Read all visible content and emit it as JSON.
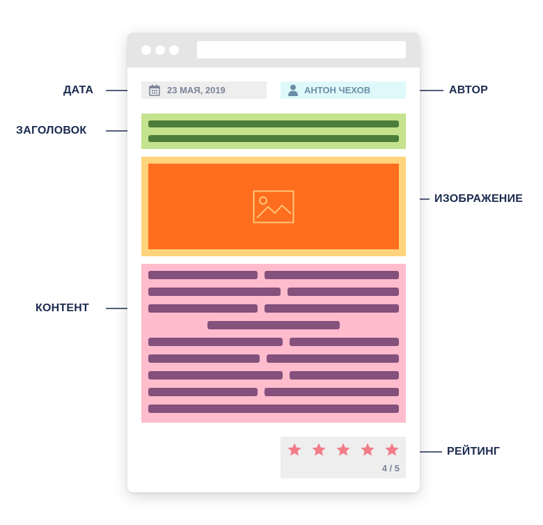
{
  "labels": {
    "date": "ДАТА",
    "title": "ЗАГОЛОВОК",
    "content": "КОНТЕНТ",
    "author": "АВТОР",
    "image": "ИЗОБРАЖЕНИЕ",
    "rating": "РЕЙТИНГ"
  },
  "meta": {
    "date": "23 МАЯ, 2019",
    "author": "АНТОН ЧЕХОВ"
  },
  "rating": {
    "value": 4,
    "max": 5,
    "text": "4 / 5"
  },
  "icons": [
    "calendar-icon",
    "user-icon",
    "image-placeholder-icon",
    "star-icon",
    "arrow-icon"
  ],
  "colors": {
    "label_text": "#1b2a4e",
    "date_bg": "#eeeeee",
    "author_bg": "#dff9fb",
    "title_bg": "#c5e38e",
    "title_line": "#4d7d3a",
    "image_outer": "#ffd47c",
    "image_inner": "#ff6d1e",
    "content_bg": "#ffbccc",
    "content_line": "#84507c",
    "star": "#f27b88"
  }
}
